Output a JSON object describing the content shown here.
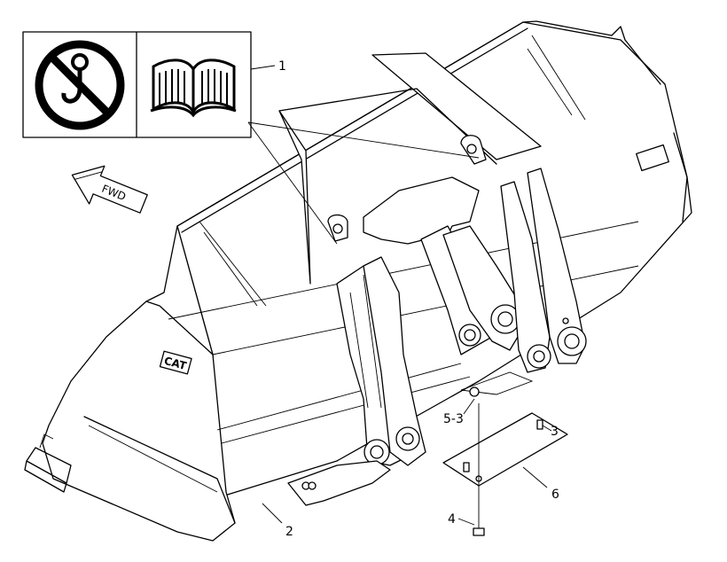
{
  "decal": {
    "left_icon": "no-lifting-hook-icon",
    "right_icon": "operator-manual-book-icon"
  },
  "fwd_arrow": {
    "label": "FWD"
  },
  "bucket": {
    "brand_logo": "CAT"
  },
  "callouts": {
    "c1": "1",
    "c2": "2",
    "c3": "3",
    "c4": "4",
    "c5_3": "5-3",
    "c6": "6"
  },
  "colors": {
    "line": "#000000",
    "background": "#ffffff"
  }
}
